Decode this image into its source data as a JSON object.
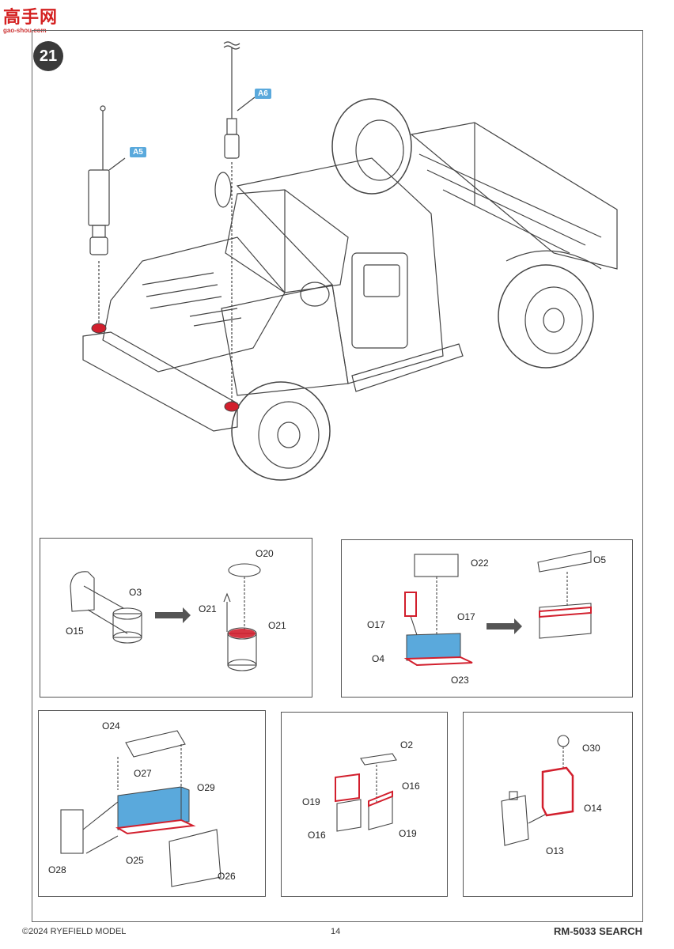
{
  "watermark": {
    "logo": "高手网",
    "url": "gao-shou.com"
  },
  "step": {
    "number": "21"
  },
  "main_parts": {
    "a5": "A5",
    "a6": "A6"
  },
  "box1": {
    "o3": "O3",
    "o15": "O15",
    "o20": "O20",
    "o21a": "O21",
    "o21b": "O21"
  },
  "box2": {
    "o22": "O22",
    "o5": "O5",
    "o17a": "O17",
    "o17b": "O17",
    "o4": "O4",
    "o23": "O23"
  },
  "box3": {
    "o24": "O24",
    "o27": "O27",
    "o29": "O29",
    "o28": "O28",
    "o25": "O25",
    "o26": "O26"
  },
  "box4": {
    "o2": "O2",
    "o16a": "O16",
    "o19a": "O19",
    "o16b": "O16",
    "o19b": "O19"
  },
  "box5": {
    "o30": "O30",
    "o14": "O14",
    "o13": "O13"
  },
  "footer": {
    "copyright": "©2024 RYEFIELD MODEL",
    "page": "14",
    "brand": "RM-5033 SEARCH"
  },
  "colors": {
    "highlight_red": "#d21f2d",
    "highlight_blue": "#5aa9dc",
    "line": "#444444"
  }
}
